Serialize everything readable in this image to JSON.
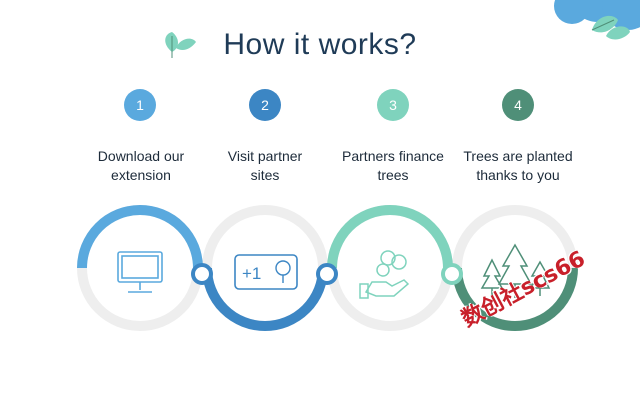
{
  "header": {
    "title": "How it works?"
  },
  "steps": [
    {
      "number": "1",
      "label_line1": "Download our",
      "label_line2": "extension",
      "color": "#5aa9de",
      "icon": "monitor-icon"
    },
    {
      "number": "2",
      "label_line1": "Visit partner",
      "label_line2": "sites",
      "color": "#3c86c4",
      "icon": "plus-one-tree-icon",
      "icon_text": "+1"
    },
    {
      "number": "3",
      "label_line1": "Partners finance",
      "label_line2": "trees",
      "color": "#7fd3bd",
      "icon": "hand-coins-icon"
    },
    {
      "number": "4",
      "label_line1": "Trees are planted",
      "label_line2": "thanks to you",
      "color": "#4f8f78",
      "icon": "pine-trees-icon"
    }
  ],
  "colors": {
    "ring_track": "#eeeeee",
    "title": "#1f3b57",
    "cloud": "#5aa9de",
    "leaf": "#7fd3bd"
  },
  "watermark": "数创社scs66"
}
